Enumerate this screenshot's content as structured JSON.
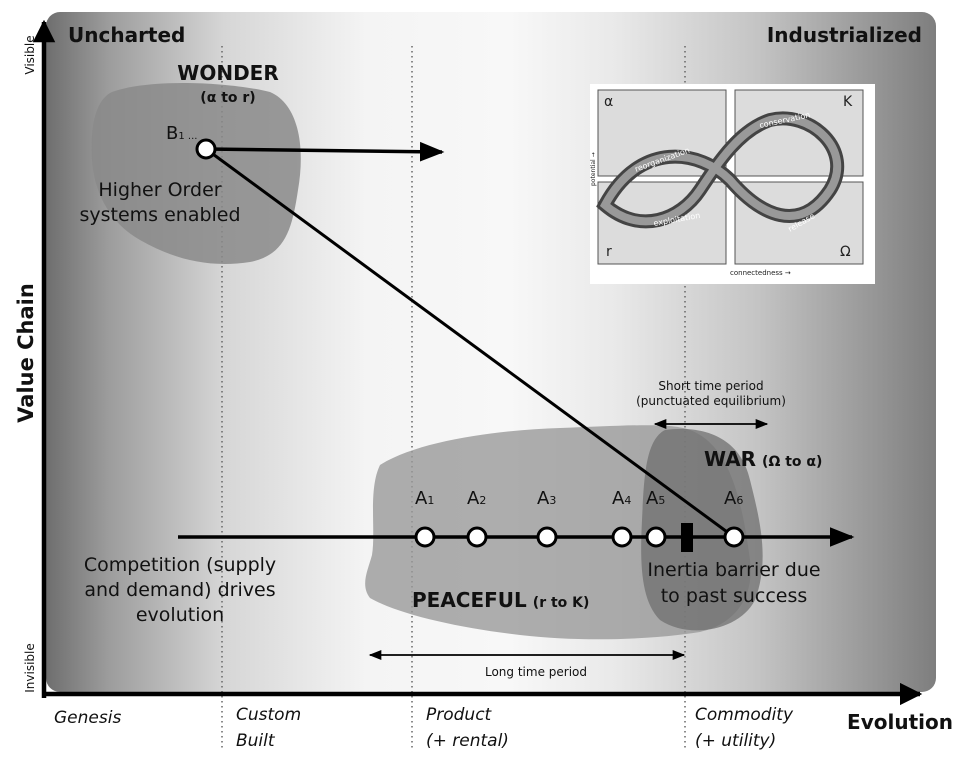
{
  "axes": {
    "y_title": "Value Chain",
    "y_top": "Visible",
    "y_bottom": "Invisible",
    "x_title": "Evolution"
  },
  "corners": {
    "left": "Uncharted",
    "right": "Industrialized"
  },
  "stages": [
    {
      "line1": "Genesis",
      "line2": ""
    },
    {
      "line1": "Custom",
      "line2": "Built"
    },
    {
      "line1": "Product",
      "line2": "(+ rental)"
    },
    {
      "line1": "Commodity",
      "line2": "(+ utility)"
    }
  ],
  "wonder": {
    "title": "WONDER",
    "subtitle": "(α to r)",
    "node_label": "B",
    "node_sub": "1 ...",
    "desc_line1": "Higher Order",
    "desc_line2": "systems enabled"
  },
  "adaptive_cycle": {
    "quadrants": [
      "α",
      "K",
      "r",
      "Ω"
    ],
    "labels": [
      "conservation",
      "reorganization",
      "exploitation",
      "release"
    ],
    "y_axis": "potential →",
    "x_axis": "connectedness →"
  },
  "war": {
    "title": "WAR",
    "subtitle": "(Ω to α)",
    "short_line1": "Short time period",
    "short_line2": "(punctuated equilibrium)",
    "inertia_line1": "Inertia barrier due",
    "inertia_line2": "to past success"
  },
  "peaceful": {
    "title": "PEACEFUL",
    "subtitle": "(r to K)",
    "long_period": "Long time period"
  },
  "competition": {
    "line1": "Competition (supply",
    "line2": "and demand) drives",
    "line3": "evolution"
  },
  "nodes": [
    {
      "label": "A",
      "sub": "1"
    },
    {
      "label": "A",
      "sub": "2"
    },
    {
      "label": "A",
      "sub": "3"
    },
    {
      "label": "A",
      "sub": "4"
    },
    {
      "label": "A",
      "sub": "5"
    },
    {
      "label": "A",
      "sub": "6"
    }
  ]
}
